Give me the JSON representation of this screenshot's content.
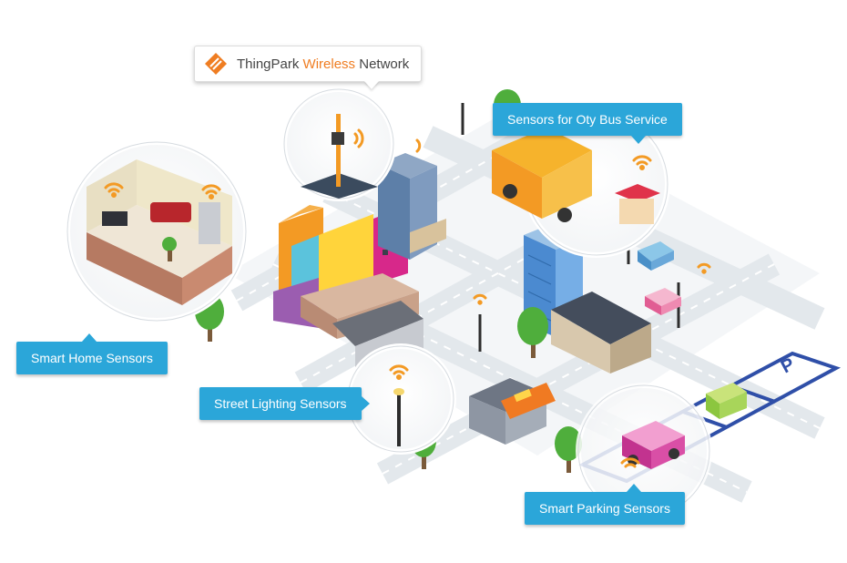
{
  "brand": {
    "name_prefix": "ThingPark",
    "name_accent": "Wireless",
    "name_suffix": "Network"
  },
  "labels": {
    "home": "Smart Home Sensors",
    "lighting": "Street Lighting Sensors",
    "bus": "Sensors for Oty Bus Service",
    "parking": "Smart Parking Sensors"
  },
  "colors": {
    "label_bg": "#2ba6d9",
    "accent": "#ef7d22",
    "road": "#e9edf0",
    "parking_lines": "#2f4fa8"
  },
  "icons": [
    "wifi-signal-icon",
    "antenna-icon",
    "street-lamp-icon",
    "parking-p-icon"
  ]
}
